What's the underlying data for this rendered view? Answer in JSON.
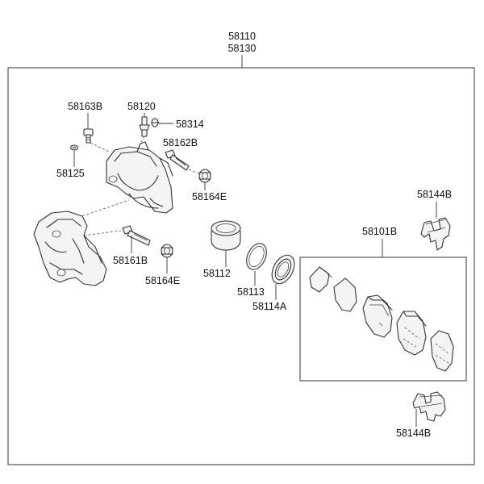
{
  "assembly_labels": {
    "top_a": "58110",
    "top_b": "58130"
  },
  "part_labels": {
    "bolt_upper": "58163B",
    "bleeder": "58120",
    "bleeder_cap": "58314",
    "washer": "58125",
    "guide_pin_upper": "58162B",
    "boot_upper": "58164E",
    "guide_pin_lower": "58161B",
    "boot_lower": "58164E",
    "piston": "58112",
    "piston_seal": "58113",
    "dust_boot": "58114A",
    "pad_kit": "58101B",
    "clip_upper": "58144B",
    "clip_lower": "58144B"
  },
  "icons": {
    "caliper_housing": "caliper-housing-icon",
    "carrier_bracket": "carrier-bracket-icon",
    "piston": "piston-icon",
    "seal_ring": "seal-ring-icon",
    "brake_pad": "brake-pad-icon",
    "spring_clip": "spring-clip-icon",
    "bolt": "bolt-icon",
    "bleeder_screw": "bleeder-screw-icon"
  }
}
